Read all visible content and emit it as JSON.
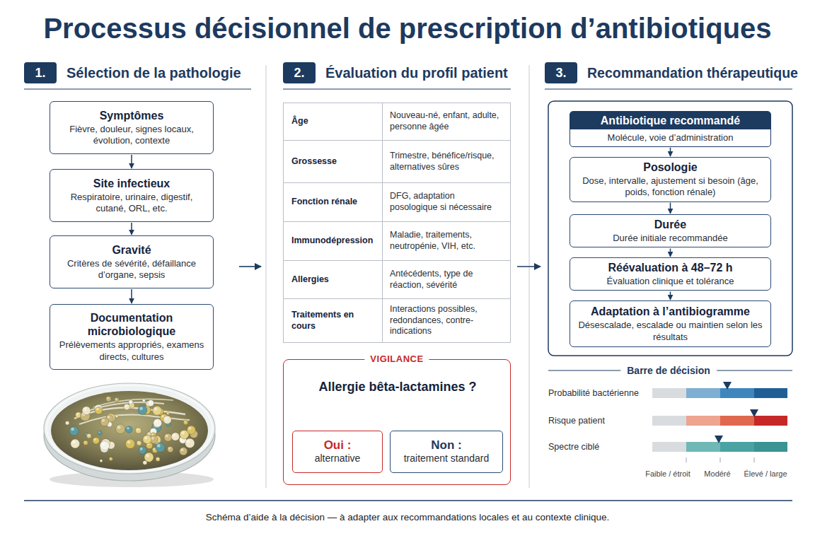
{
  "diagram": {
    "title": "Processus décisionnel de prescription d’antibiotiques",
    "caption": "Schéma d’aide à la décision — à adapter aux recommandations locales et au contexte clinique.",
    "nodes": [
      {
        "text": [
          "1.",
          "Sélection de la pathologie"
        ]
      },
      {
        "text": [
          "Symptômes",
          "Fièvre, douleur, signes locaux, évolution, contexte"
        ]
      },
      {
        "text": [
          "Site infectieux",
          "Respiratoire, urinaire, digestif, cutané, ORL, etc."
        ]
      },
      {
        "text": [
          "Gravité",
          "Critères de sévérité, défaillance d’organe, sepsis"
        ]
      },
      {
        "text": [
          "Documentation microbiologique",
          "Prélèvements appropriés, examens directs, cultures"
        ]
      },
      {
        "text": [
          "2.",
          "Évaluation du profil patient"
        ]
      },
      {
        "text": [
          "VIGILANCE"
        ]
      },
      {
        "text": [
          "Allergie bêta-lactamines ?"
        ],
        "in": 6
      },
      {
        "text": [
          "Oui :",
          "alternative"
        ],
        "in": 6
      },
      {
        "text": [
          "Non :",
          "traitement standard"
        ],
        "in": 6
      },
      {
        "text": [
          "3.",
          "Recommandation thérapeutique"
        ]
      },
      {
        "text": [
          "Antibiotique recommandé",
          "Molécule, voie d’administration"
        ]
      },
      {
        "text": [
          "Posologie",
          "Dose, intervalle, ajustement si besoin (âge, poids, fonction rénale)"
        ]
      },
      {
        "text": [
          "Durée",
          "Durée initiale recommandée"
        ]
      },
      {
        "text": [
          "Réévaluation à 48–72 h",
          "Évaluation clinique et tolérance"
        ]
      },
      {
        "text": [
          "Adaptation à l’antibiogramme",
          "Désescalade, escalade ou maintien selon les résultats"
        ]
      }
    ],
    "edges": [
      {
        "from": 1,
        "to": 2,
        "arrow": "to"
      },
      {
        "from": 2,
        "to": 3,
        "arrow": "to"
      },
      {
        "from": 3,
        "to": 4,
        "arrow": "to"
      },
      {
        "from": 7,
        "to": 8,
        "arrow": "to"
      },
      {
        "from": 7,
        "to": 9,
        "arrow": "to"
      },
      {
        "from": 11,
        "to": 12,
        "arrow": "to"
      },
      {
        "from": 12,
        "to": 13,
        "arrow": "to"
      },
      {
        "from": 13,
        "to": 14,
        "arrow": "to"
      },
      {
        "from": 14,
        "to": 15,
        "arrow": "to"
      }
    ],
    "labels": [
      "Âge",
      "Nouveau-né, enfant, adulte, personne âgée",
      "Grossesse",
      "Trimestre, bénéfice/risque, alternatives sûres",
      "Fonction rénale",
      "DFG, adaptation posologique si nécessaire",
      "Immunodépression",
      "Maladie, traitements, neutropénie, VIH, etc.",
      "Allergies",
      "Antécédents, type de réaction, sévérité",
      "Traitements en cours",
      "Interactions possibles, redondances, contre-indications",
      "Barre de décision",
      "Probabilité bactérienne",
      "Risque patient",
      "Spectre ciblé",
      "Faible / étroit",
      "Modéré",
      "Élevé / large"
    ]
  }
}
